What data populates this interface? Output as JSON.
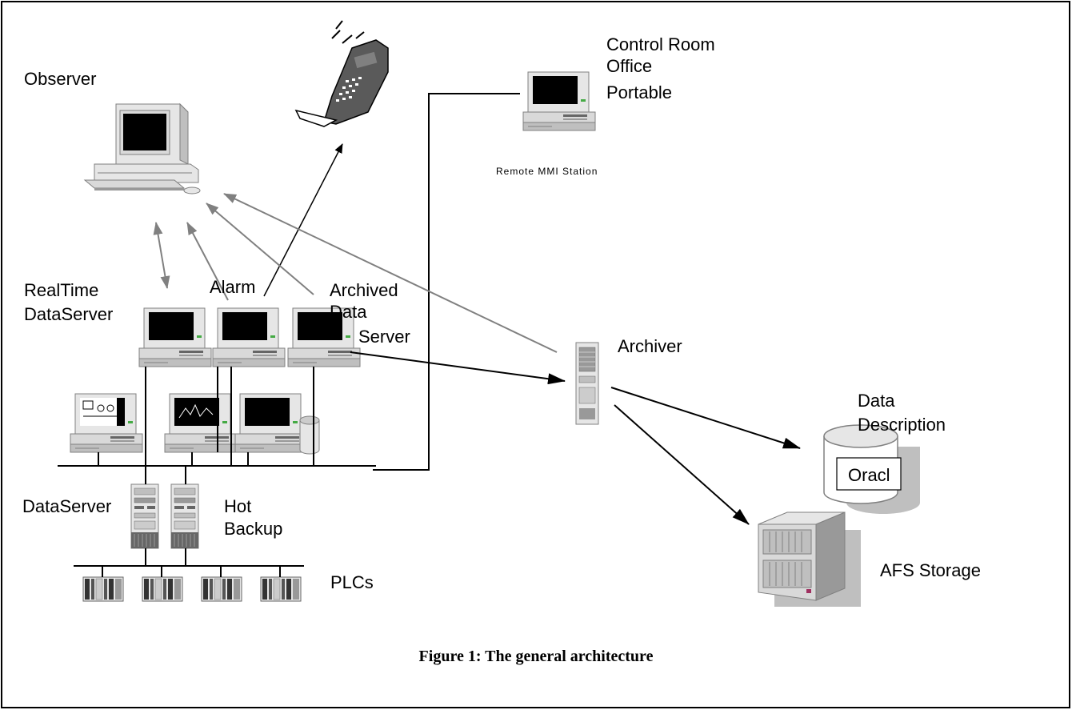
{
  "labels": {
    "observer": "Observer",
    "control_room": "Control Room",
    "office": "Office",
    "portable": "Portable",
    "remote_mmi": "Remote MMI Station",
    "realtime_1": "RealTime",
    "realtime_2": "DataServer",
    "alarm": "Alarm",
    "archived_1": "Archived",
    "archived_2": "Data",
    "archived_3": "Server",
    "archiver": "Archiver",
    "data_desc_1": "Data",
    "data_desc_2": "Description",
    "oracle": "Oracl",
    "dataserver": "DataServer",
    "hot_1": "Hot",
    "hot_2": "Backup",
    "plcs": "PLCs",
    "afs": "AFS Storage"
  },
  "caption": "Figure 1: The general architecture",
  "colors": {
    "border": "#000000",
    "arrow_black": "#000000",
    "arrow_gray": "#808080",
    "device_light": "#e6e6e6",
    "device_mid": "#bfbfbf",
    "device_dark": "#808080",
    "screen": "#000000",
    "phone_body": "#5a5a5a"
  },
  "icons": {
    "workstation": "computer-workstation-icon",
    "mobile_phone": "mobile-phone-icon",
    "server_tower": "server-tower-icon",
    "database": "database-cylinder-icon",
    "storage_cabinet": "storage-cabinet-icon",
    "plc_rack": "plc-rack-icon"
  }
}
